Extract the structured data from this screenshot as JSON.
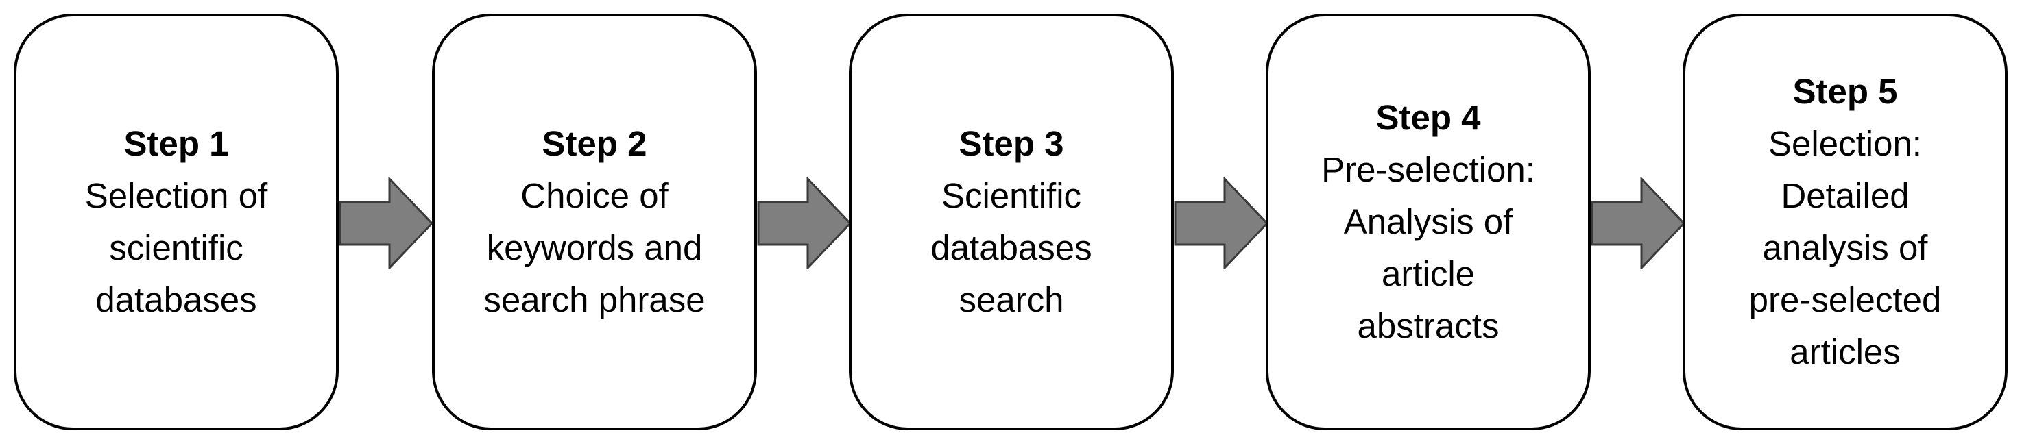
{
  "colors": {
    "box_border": "#000000",
    "box_fill": "#ffffff",
    "arrow_fill": "#7f7f7f",
    "arrow_stroke": "#3a3a3a",
    "text": "#000000"
  },
  "steps": [
    {
      "title": "Step 1",
      "lines": [
        "Selection of",
        "scientific",
        "databases"
      ]
    },
    {
      "title": "Step 2",
      "lines": [
        "Choice of",
        "keywords and",
        "search phrase"
      ]
    },
    {
      "title": "Step 3",
      "lines": [
        "Scientific",
        "databases",
        "search"
      ]
    },
    {
      "title": "Step 4",
      "lines": [
        "Pre-selection:",
        "Analysis of",
        "article",
        "abstracts"
      ]
    },
    {
      "title": "Step 5",
      "lines": [
        "Selection:",
        "Detailed",
        "analysis of",
        "pre-selected",
        "articles"
      ]
    }
  ]
}
